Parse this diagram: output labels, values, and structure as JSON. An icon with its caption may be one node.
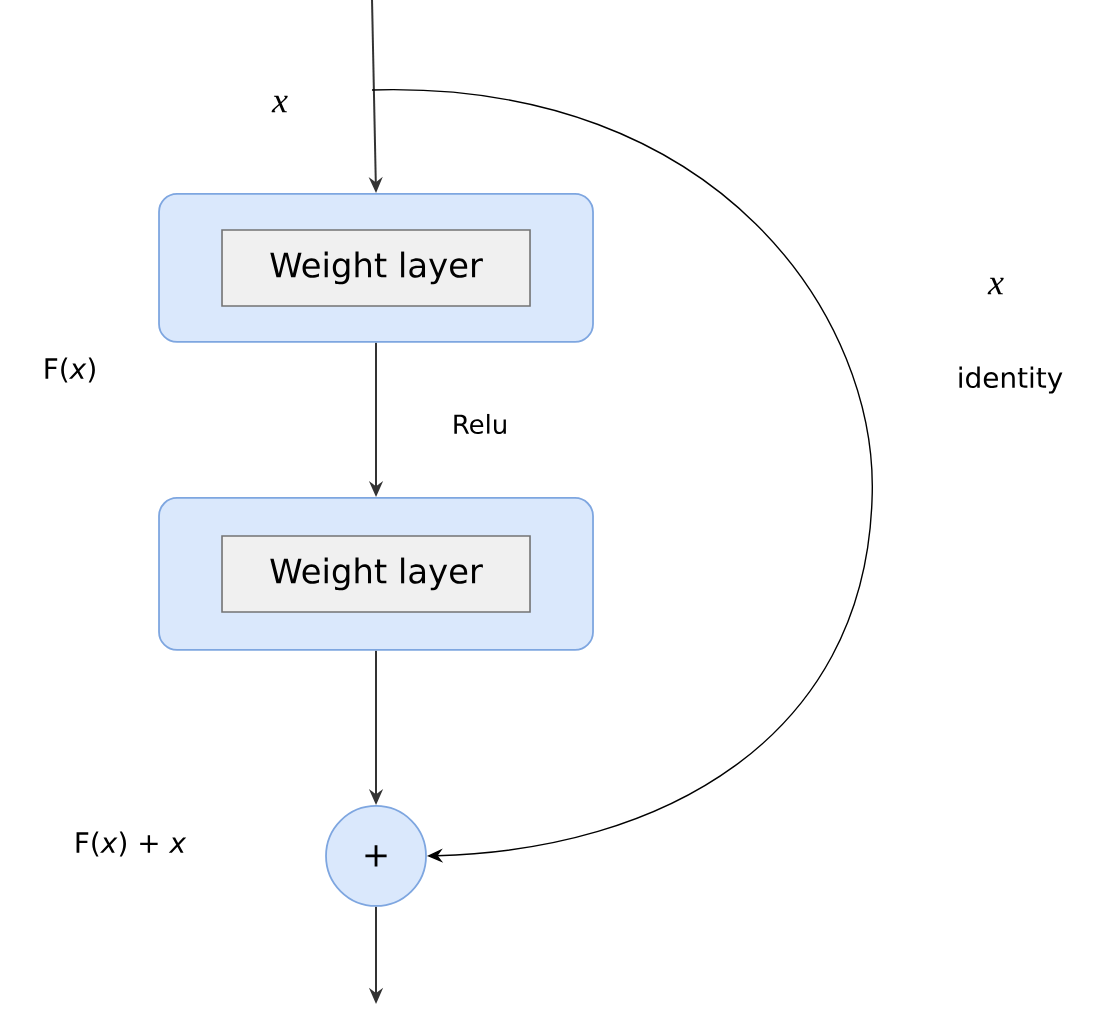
{
  "diagram": {
    "nodes": [
      {
        "text": [],
        "shape": "box"
      },
      {
        "text": [
          "Weight layer"
        ],
        "in": 0
      },
      {
        "text": [],
        "shape": "box"
      },
      {
        "text": [
          "Weight layer"
        ],
        "in": 2
      },
      {
        "text": [
          "+"
        ]
      }
    ],
    "edges": [
      {
        "from": null,
        "to": 0,
        "arrow": "to"
      },
      {
        "from": 0,
        "to": 2,
        "arrow": "to",
        "label": "Relu"
      },
      {
        "from": 2,
        "to": 4,
        "arrow": "to"
      },
      {
        "from": 4,
        "to": null,
        "arrow": "to"
      },
      {
        "from": null,
        "to": 4,
        "arrow": "to"
      }
    ],
    "labels": [
      "*x*",
      "F(*x*)",
      "*x*",
      "identity",
      "F(*x*) + *x*"
    ]
  }
}
